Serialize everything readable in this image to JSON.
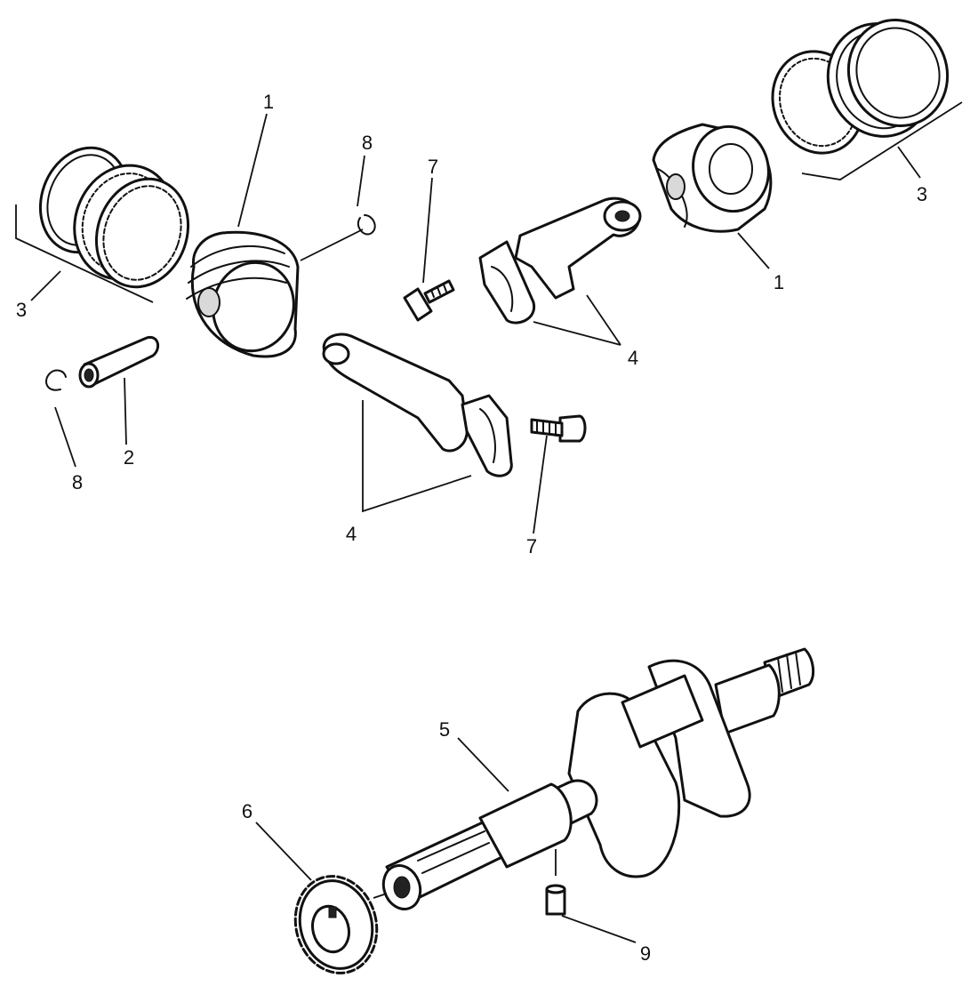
{
  "callouts": {
    "piston_left": "1",
    "piston_right": "1",
    "piston_pin": "2",
    "rings_left": "3",
    "rings_right": "3",
    "rod_top": "4",
    "rod_bottom": "4",
    "crankshaft": "5",
    "gear": "6",
    "bolt_top": "7",
    "bolt_bottom": "7",
    "clip_left": "8",
    "clip_top": "8",
    "dowel": "9"
  },
  "colors": {
    "line": "#111111",
    "background": "#ffffff",
    "shade": "#d9d9d9"
  }
}
